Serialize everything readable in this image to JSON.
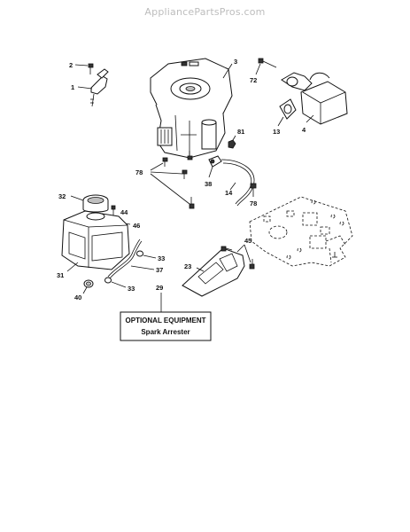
{
  "watermark": "AppliancePartsPros.com",
  "callouts": {
    "c2": "2",
    "c1": "1",
    "c3": "3",
    "c72": "72",
    "c13": "13",
    "c4": "4",
    "c81": "81",
    "c78a": "78",
    "c38": "38",
    "c14": "14",
    "c78b": "78",
    "c32": "32",
    "c44": "44",
    "c46": "46",
    "c33a": "33",
    "c37": "37",
    "c31": "31",
    "c40": "40",
    "c33b": "33",
    "c29": "29",
    "c45": "45",
    "c23": "23"
  },
  "optional_box": {
    "title": "OPTIONAL EQUIPMENT",
    "item": "Spark Arrester"
  }
}
